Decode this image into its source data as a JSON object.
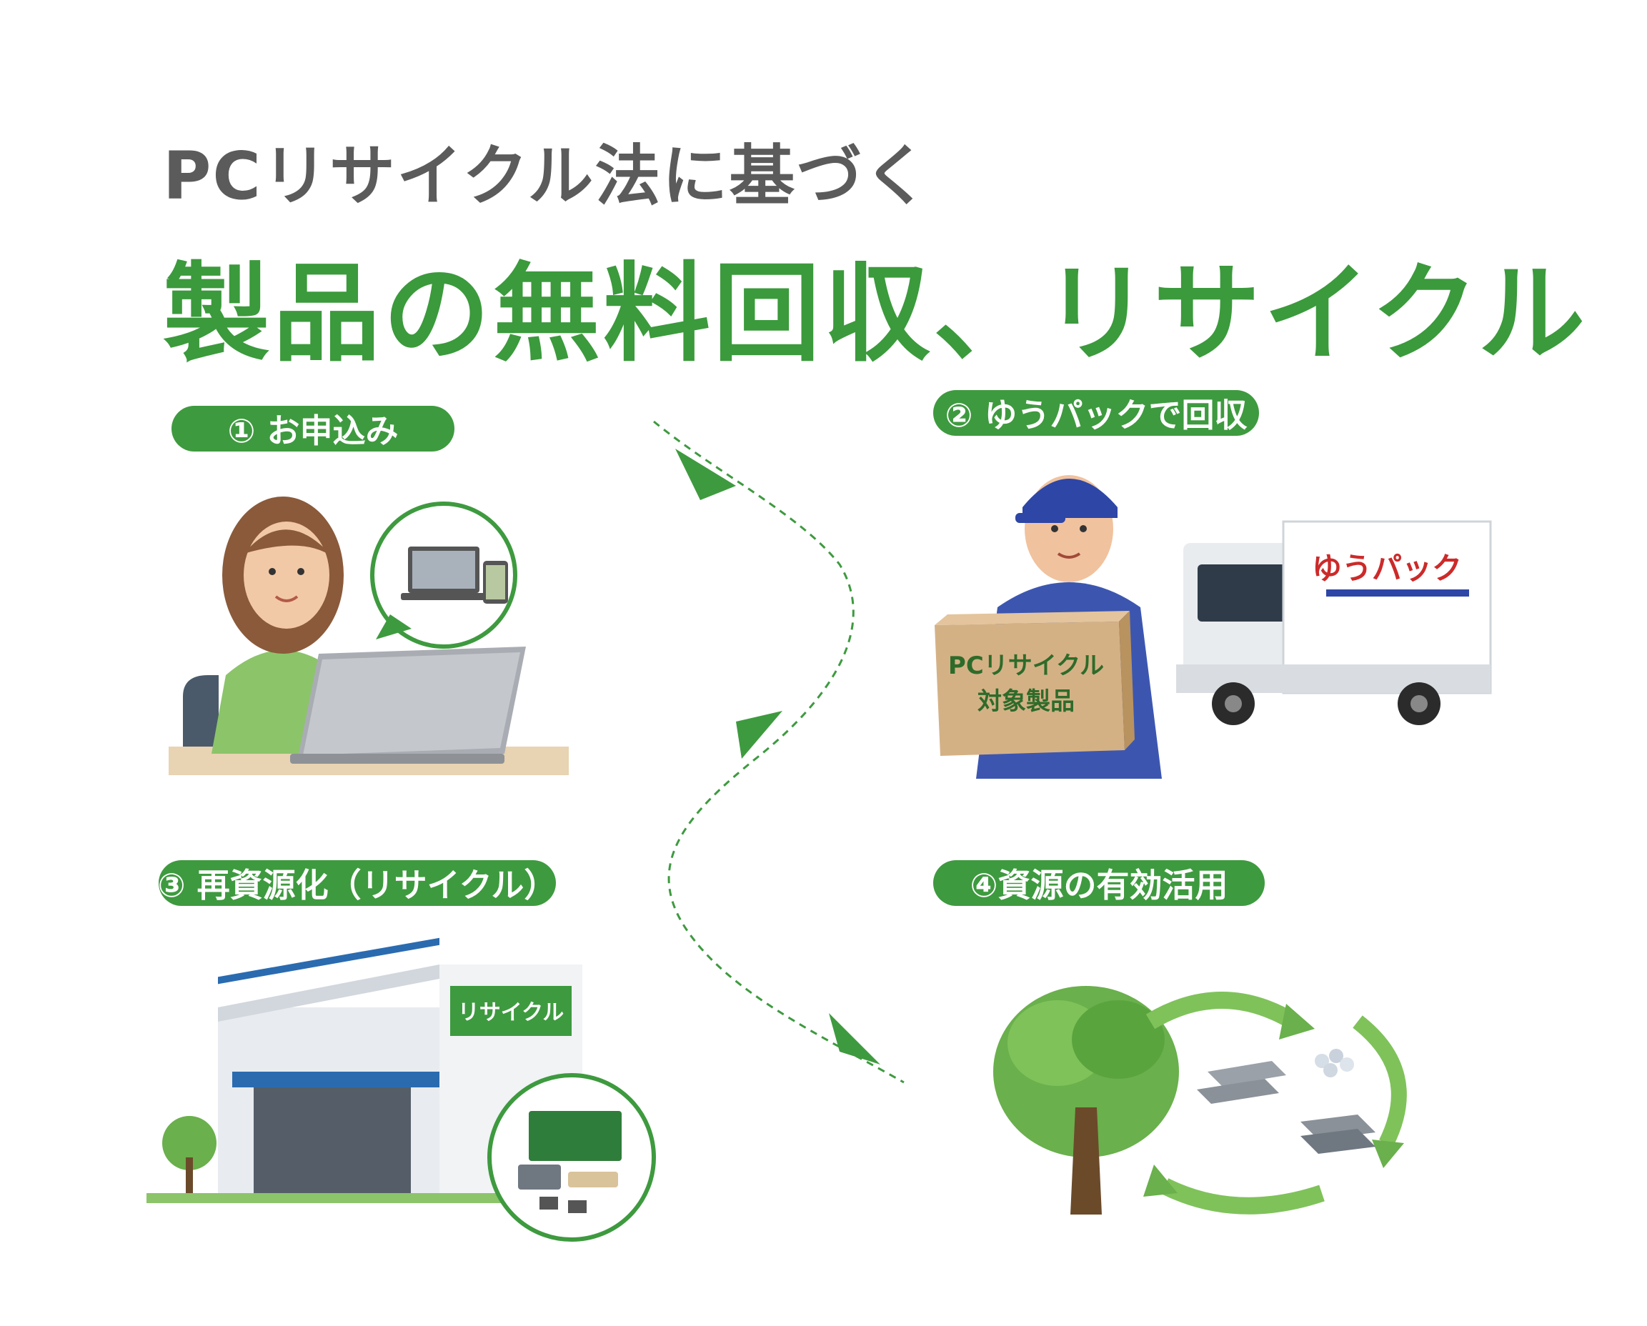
{
  "header": {
    "subtitle": "PCリサイクル法に基づく",
    "title": "製品の無料回収、リサイクル"
  },
  "steps": [
    {
      "label": "① お申込み"
    },
    {
      "label": "② ゆうパックで回収"
    },
    {
      "label": "③ 再資源化（リサイクル）"
    },
    {
      "label": "④資源の有効活用"
    }
  ],
  "illustrations": {
    "box_text_line1": "PCリサイクル",
    "box_text_line2": "対象製品",
    "truck_logo": "ゆうパック",
    "factory_sign": "リサイクル"
  },
  "colors": {
    "accent_green": "#3e9a3f",
    "title_green": "#3b9a3c",
    "subtitle_gray": "#5b5b5b"
  }
}
